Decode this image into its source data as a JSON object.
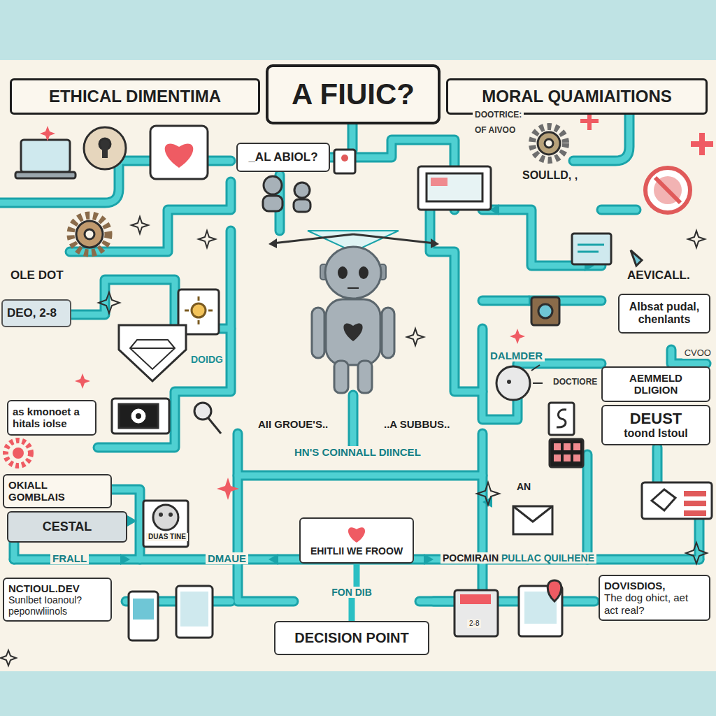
{
  "diagram": {
    "title": "A FIUIC?",
    "nodes": [
      {
        "text": [
          "ETHICAL DIMENTIMA"
        ]
      },
      {
        "text": [
          "MORAL QUAMIAITIONS"
        ]
      },
      {
        "text": [
          "_AL ABIOL?"
        ]
      },
      {
        "text": [
          "DEO, 2-8"
        ]
      },
      {
        "text": [
          "AIbsat pudal, chenlants"
        ]
      },
      {
        "text": [
          "AEMMELD DLIGION"
        ]
      },
      {
        "text": [
          "as kmonoet a hitals iolse"
        ]
      },
      {
        "text": [
          "DEUST",
          "toond Istoul"
        ]
      },
      {
        "text": [
          "OKIALL GOMBLAIS"
        ]
      },
      {
        "text": [
          "CESTAL"
        ]
      },
      {
        "text": [
          "EHITLII WE FROOW"
        ]
      },
      {
        "text": [
          "NCTIOUL.DEV",
          "Sunlbet Ioanoul? peponwliinols"
        ]
      },
      {
        "text": [
          "DOVISDIOS,",
          "The dog ohict, aet act real?"
        ]
      },
      {
        "text": [
          "DECISION POINT"
        ]
      }
    ],
    "edges": [
      {
        "from": 10,
        "to": 13,
        "arrow": "none",
        "label": "FON DIB"
      }
    ],
    "labels": [
      "DOOTRICE:",
      "OF AIVOO",
      "SOULLD, ,",
      "OLE DOT",
      "DOIDG",
      "AEVICALL.",
      "DALMDER",
      "CVOO",
      "DOCTIORE",
      "AII GROUE'S..",
      "..A SUBBUS..",
      "HN'S COINNALL DIINCEL",
      "AN",
      "FRALL",
      "DMAUE",
      "POCMIRAINE",
      "PULLAC QUILHENE",
      "DUAS TINE",
      "2-8"
    ]
  }
}
